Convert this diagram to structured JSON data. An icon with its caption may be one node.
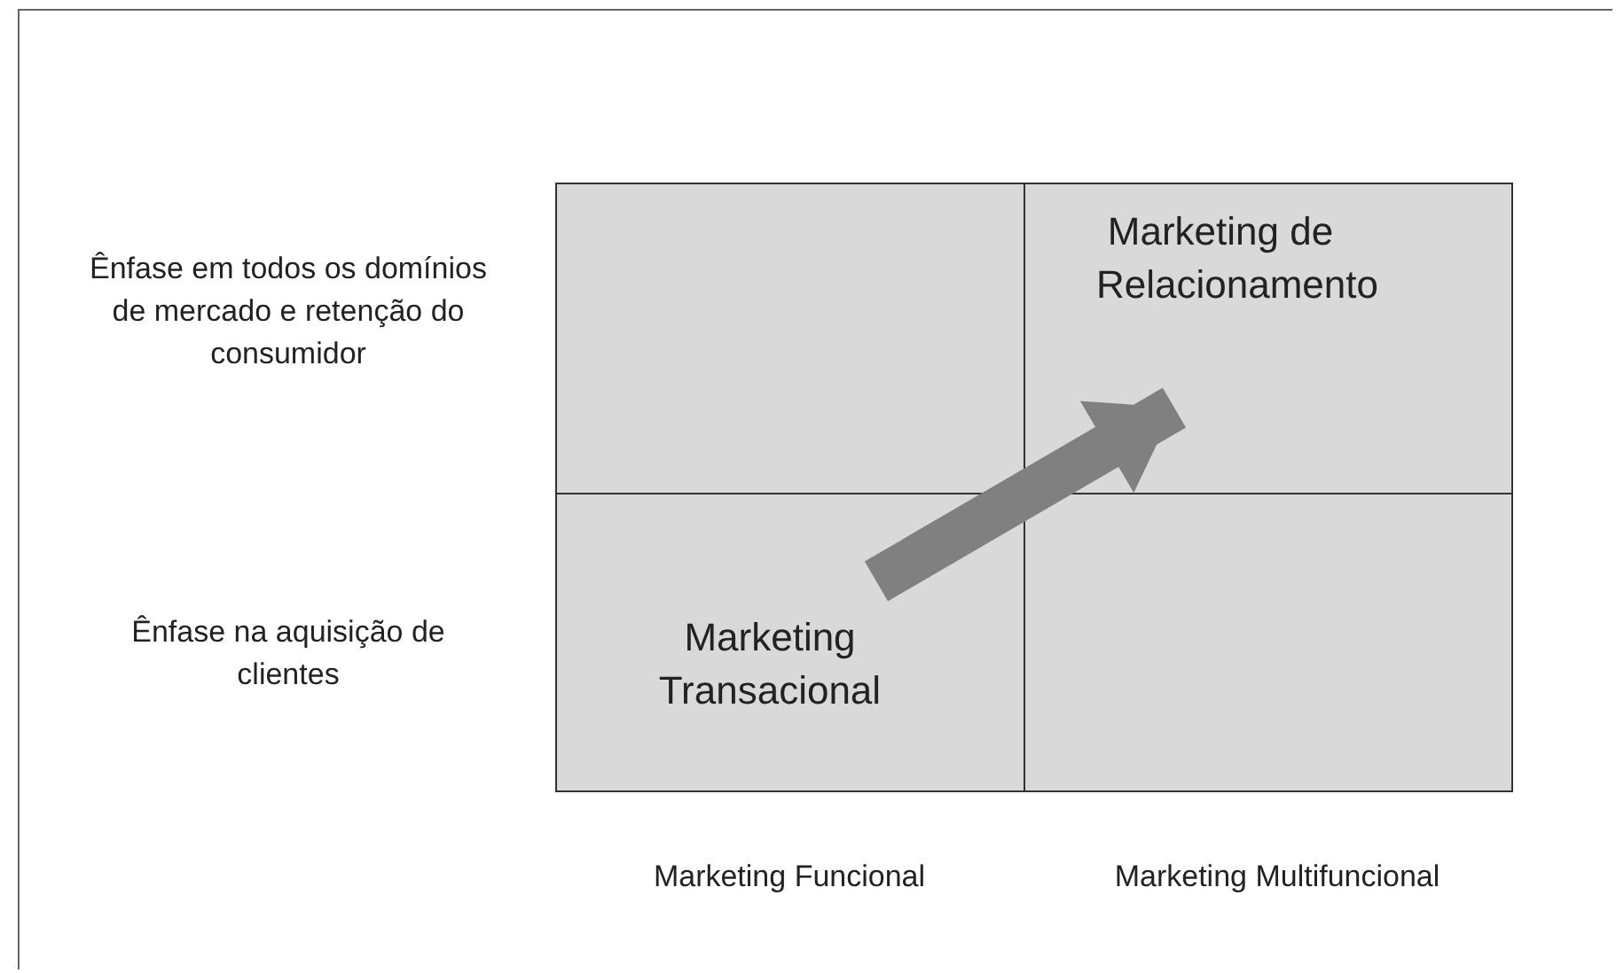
{
  "diagram": {
    "nodes": [
      {
        "text": [],
        "shape": "box"
      },
      {
        "text": [
          "Marketing de Relacionamento"
        ]
      },
      {
        "text": [
          "Marketing Transacional"
        ]
      },
      {
        "text": [],
        "shape": "box"
      }
    ],
    "edges": [
      {
        "from": 2,
        "to": 1,
        "arrow": "to"
      }
    ],
    "labels": [
      "Ênfase em todos os domínios de mercado e retenção do consumidor",
      "Ênfase na aquisição de clientes",
      "Marketing Funcional",
      "Marketing Multifuncional"
    ]
  }
}
